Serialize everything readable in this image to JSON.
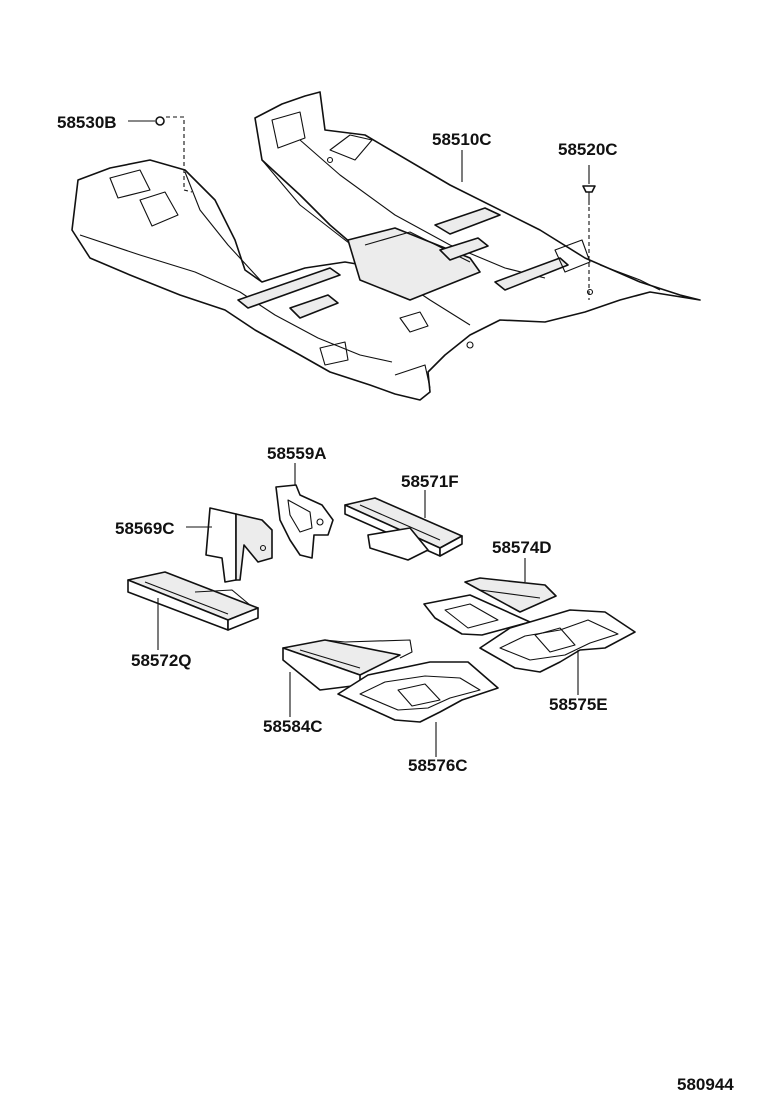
{
  "diagram": {
    "figure_code": "580944",
    "labels": {
      "p58530B": "58530B",
      "p58510C": "58510C",
      "p58520C": "58520C",
      "p58559A": "58559A",
      "p58571F": "58571F",
      "p58569C": "58569C",
      "p58574D": "58574D",
      "p58572Q": "58572Q",
      "p58575E": "58575E",
      "p58584C": "58584C",
      "p58576C": "58576C"
    }
  }
}
